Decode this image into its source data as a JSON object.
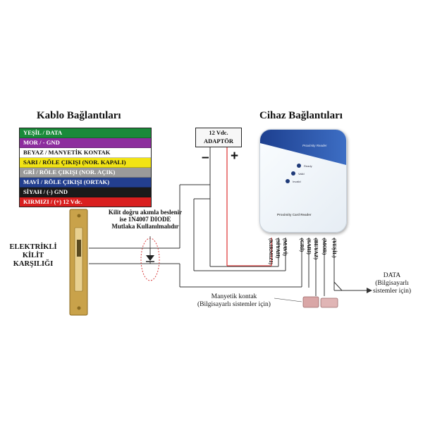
{
  "titles": {
    "cable": "Kablo Bağlantıları",
    "device": "Cihaz Bağlantıları"
  },
  "legend": [
    {
      "label": "YEŞİL / DATA",
      "bg": "#1a8a3a",
      "fg": "#ffffff"
    },
    {
      "label": "MOR / - GND",
      "bg": "#8d2d9e",
      "fg": "#ffffff"
    },
    {
      "label": "BEYAZ / MANYETİK KONTAK",
      "bg": "#ffffff",
      "fg": "#111111"
    },
    {
      "label": "SARI / RÖLE ÇIKIŞI (NOR. KAPALI)",
      "bg": "#f2e414",
      "fg": "#111111"
    },
    {
      "label": "GRİ / RÖLE ÇIKIŞI (NOR. AÇIK)",
      "bg": "#9a9a9a",
      "fg": "#ffffff"
    },
    {
      "label": "MAVİ / RÖLE ÇIKIŞI (ORTAK)",
      "bg": "#233f8f",
      "fg": "#ffffff"
    },
    {
      "label": "SİYAH / (-) GND",
      "bg": "#1a1a1a",
      "fg": "#ffffff"
    },
    {
      "label": "KIRMIZI / (+) 12 Vdc.",
      "bg": "#d91f1f",
      "fg": "#ffffff"
    }
  ],
  "adaptor": {
    "line1": "12 Vdc.",
    "line2": "ADAPTÖR"
  },
  "signs": {
    "minus": "–",
    "plus": "+"
  },
  "device": {
    "brand": "Proximity Reader",
    "leds": [
      "Ready",
      "Valid",
      "Invalid"
    ],
    "footer": "Proximity Card Reader"
  },
  "wire_labels": [
    "(KIRMIZI)",
    "(SİYAH)",
    "(MAVİ)",
    "(GRİ)",
    "(SARI)",
    "(BEYAZ)",
    "(MOR)",
    "(YEŞİL)"
  ],
  "diode_note": {
    "line1": "Kilit doğru akımla beslenir",
    "line2": "ise 1N4007 DIODE",
    "line3": "Mutlaka Kullanılmalıdır"
  },
  "lock_label": {
    "line1": "ELEKTRİKLİ",
    "line2": "KİLİT",
    "line3": "KARŞILIĞI"
  },
  "magnetic": {
    "line1": "Manyetik kontak",
    "line2": "(Bilgisayarlı sistemler için)"
  },
  "data": {
    "line1": "DATA",
    "line2": "(Bilgisayarlı",
    "line3": "sistemler için)"
  },
  "colors": {
    "wire": "#333333",
    "red_wire": "#e04040",
    "diode_ring": "#d94040",
    "lock_plate": "#c9a24a",
    "contact": "#d9a6a6"
  }
}
